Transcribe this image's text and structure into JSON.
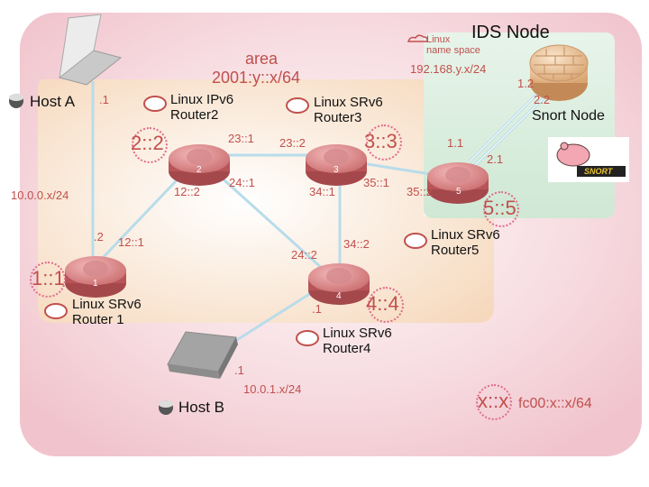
{
  "area": {
    "title": "area",
    "subnet": "2001:y::x/64"
  },
  "ids": {
    "title": "IDS Node",
    "namespace": "Linux\nname space",
    "subnet": "192.168.y.x/24",
    "snort_node": "Snort Node",
    "snort_logo": "SNORT",
    "if_1_2": "1.2",
    "if_2_2": "2.2",
    "if_1_1": "1.1",
    "if_2_1": "2.1"
  },
  "hosts": {
    "a": {
      "name": "Host A",
      "if": ".1",
      "subnet": "10.0.0.x/24"
    },
    "b": {
      "name": "Host B",
      "if": ".1",
      "subnet": "10.0.1.x/24"
    }
  },
  "routers": [
    {
      "id": "1",
      "name": "Linux SRv6\nRouter 1",
      "loopback": "1::1"
    },
    {
      "id": "2",
      "name": "Linux IPv6\nRouter2",
      "loopback": "2::2"
    },
    {
      "id": "3",
      "name": "Linux SRv6\nRouter3",
      "loopback": "3::3"
    },
    {
      "id": "4",
      "name": "Linux SRv6\nRouter4",
      "loopback": "4::4"
    },
    {
      "id": "5",
      "name": "Linux SRv6\nRouter5",
      "loopback": "5::5"
    }
  ],
  "interfaces": {
    "r1_host": ".2",
    "r1_r2": "12::1",
    "r2_r1": "12::2",
    "r2_r3": "23::1",
    "r3_r2": "23::2",
    "r2_r4": "24::1",
    "r4_r2": "24::2",
    "r3_r4": "34::1",
    "r4_r3": "34::2",
    "r3_r5": "35::1",
    "r5_r3": "35::2",
    "r4_host": ".1"
  },
  "legend": {
    "symbol": "x::x",
    "text": "fc00:x::x/64"
  }
}
